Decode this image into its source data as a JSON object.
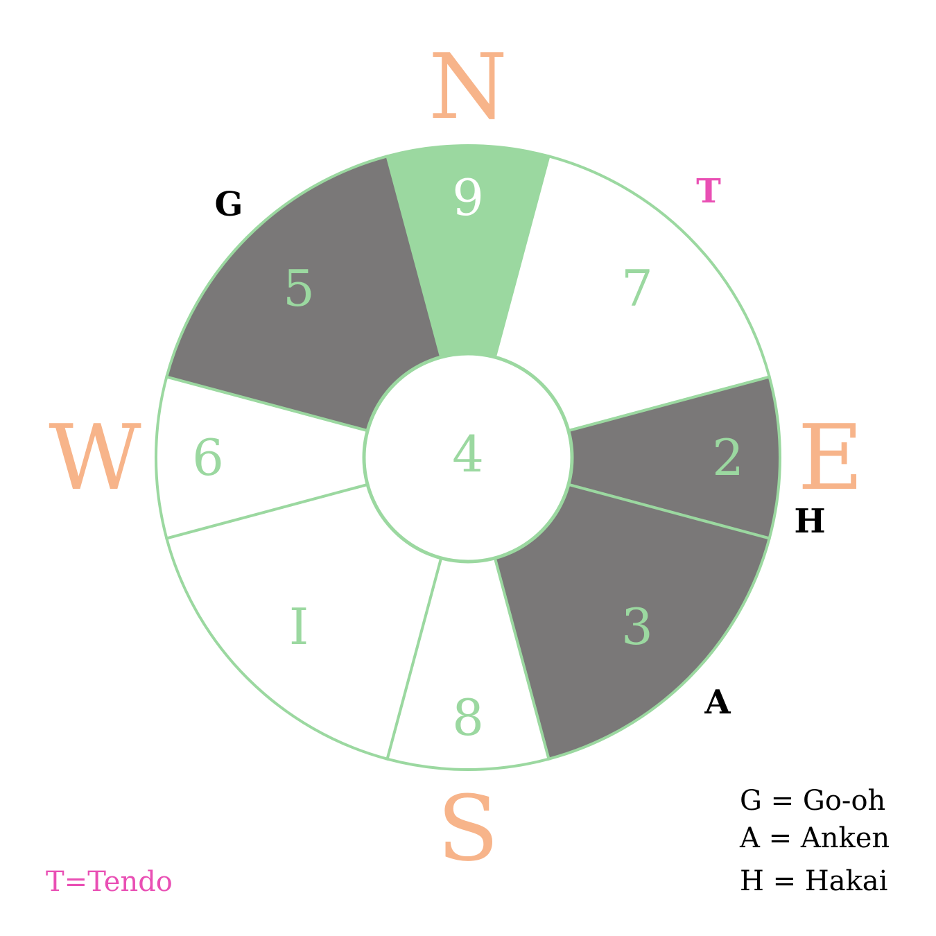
{
  "colors": {
    "green": "#9bd8a0",
    "gray": "#7a7878",
    "white": "#ffffff",
    "orange": "#f7b48a",
    "pink": "#e94fb4",
    "black": "#000000"
  },
  "center_number": "4",
  "segments": [
    {
      "number": "9",
      "fill": "green",
      "text": "white"
    },
    {
      "number": "7",
      "fill": "white",
      "text": "green"
    },
    {
      "number": "2",
      "fill": "gray",
      "text": "green"
    },
    {
      "number": "3",
      "fill": "gray",
      "text": "green"
    },
    {
      "number": "8",
      "fill": "white",
      "text": "green"
    },
    {
      "number": "I",
      "fill": "white",
      "text": "green"
    },
    {
      "number": "6",
      "fill": "white",
      "text": "green"
    },
    {
      "number": "5",
      "fill": "gray",
      "text": "green"
    }
  ],
  "compass": {
    "n": "N",
    "e": "E",
    "s": "S",
    "w": "W"
  },
  "markers": {
    "g": "G",
    "t": "T",
    "h": "H",
    "a": "A"
  },
  "legend": [
    "G = Go-oh",
    "A = Anken",
    "H = Hakai"
  ],
  "tendo_legend": "T=Tendo"
}
